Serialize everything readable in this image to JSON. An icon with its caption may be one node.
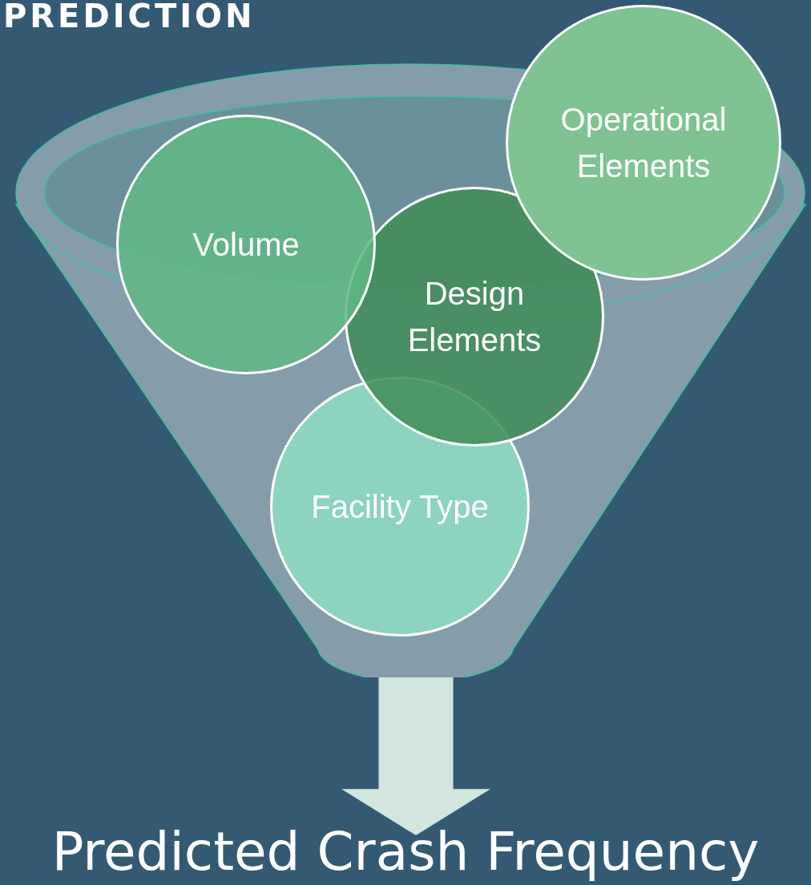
{
  "diagram": {
    "title": "PREDICTION",
    "nodes": [
      {
        "text": [],
        "shape": "funnel"
      },
      {
        "text": [
          "Operational Elements"
        ]
      },
      {
        "text": [
          "Volume"
        ]
      },
      {
        "text": [
          "Design Elements"
        ],
        "in": 0
      },
      {
        "text": [
          "Facility Type"
        ],
        "in": 0
      },
      {
        "text": [
          "Predicted Crash Frequency"
        ]
      }
    ],
    "edges": [
      {
        "from": 0,
        "to": 5,
        "arrow": "to"
      }
    ]
  }
}
